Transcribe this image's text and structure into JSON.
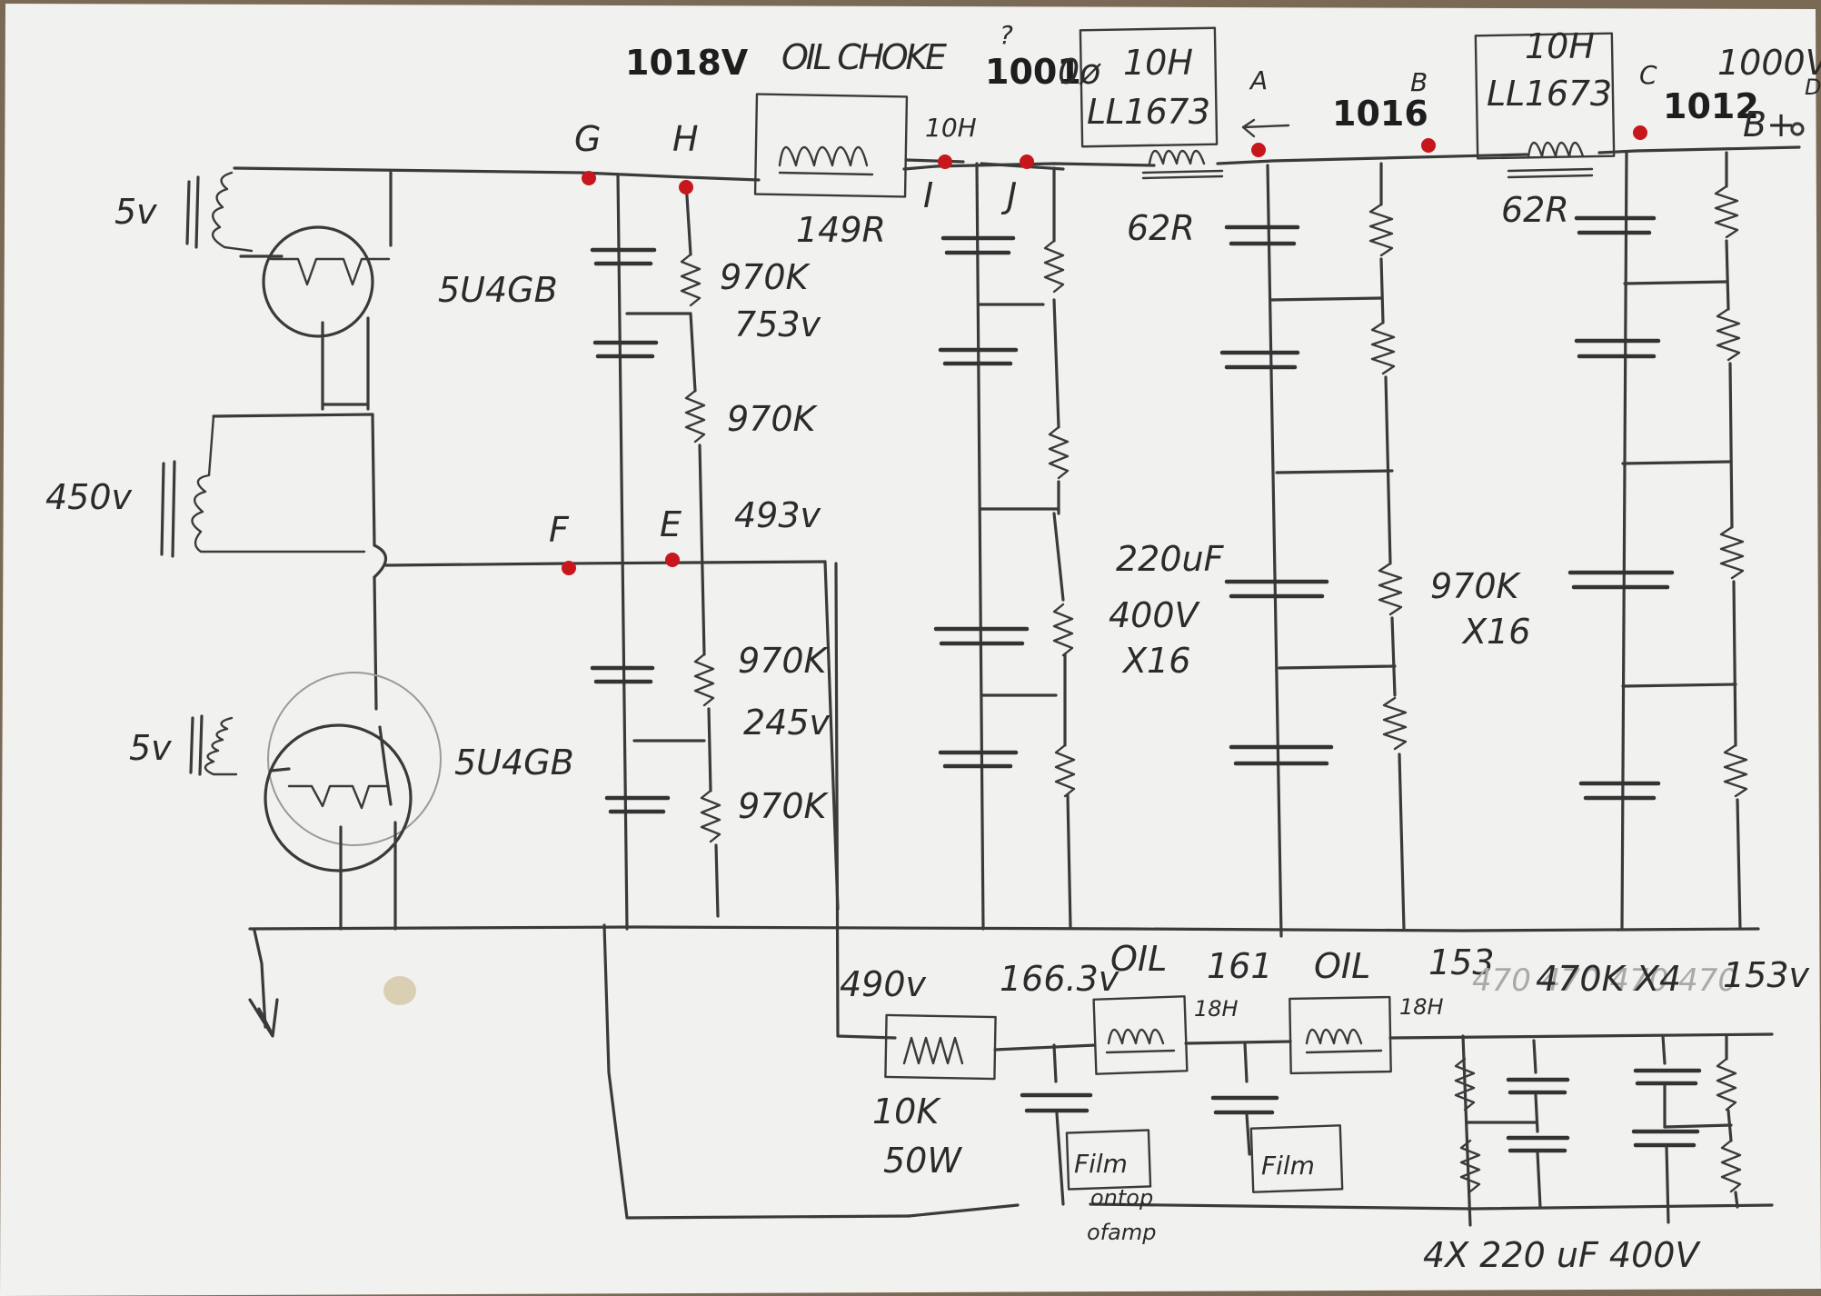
{
  "labels": {
    "v1018": "1018V",
    "oil_choke": "OIL CHOKE",
    "question": "?",
    "v1001": "1001",
    "v1001_strike": "0ø",
    "choke_10h_top": "10H",
    "ll1673_a": "LL1673",
    "node_a": "A",
    "v1016": "1016",
    "node_b": "B",
    "choke_10h_top2": "10H",
    "ll1673_b": "LL1673",
    "node_c": "C",
    "v1012": "1012",
    "v1000": "1000V",
    "node_d": "D",
    "bplus": "B+",
    "node_g": "G",
    "node_h": "H",
    "choke_10h_i": "10H",
    "node_i": "I",
    "node_j": "J",
    "r149": "149R",
    "r62_a": "62R",
    "r62_b": "62R",
    "v5_top": "5v",
    "tube_top": "5U4GB",
    "r970k_1": "970K",
    "v753": "753v",
    "r970k_2": "970K",
    "v450": "450v",
    "v493": "493v",
    "node_f": "F",
    "node_e": "E",
    "cap_220": "220uF",
    "cap_400v": "400V",
    "cap_x16": "X16",
    "r970k_x16": "970K",
    "r_x16": "X16",
    "r970k_3": "970K",
    "v245": "245v",
    "r970k_4": "970K",
    "v5_bot": "5v",
    "tube_bot": "5U4GB",
    "v490": "490v",
    "v166": "166.3v",
    "oil_1": "OIL",
    "v161": "161",
    "oil_2": "OIL",
    "v153": "153",
    "r470k": "470K",
    "x4": "X4",
    "v153_b": "153v",
    "h18_a": "18H",
    "h18_b": "18H",
    "r10k": "10K",
    "w50": "50W",
    "film_1": "Film",
    "film_2": "Film",
    "ontop": "ontop",
    "ofamp": "ofamp",
    "caps_bottom": "4X 220 uF 400V",
    "faint_bg": "470 470 470 470"
  },
  "colors": {
    "paper": "#f1f1ef",
    "ink": "#3a3a3a",
    "node_dot": "#c8161d",
    "background": "#7a6a55"
  }
}
